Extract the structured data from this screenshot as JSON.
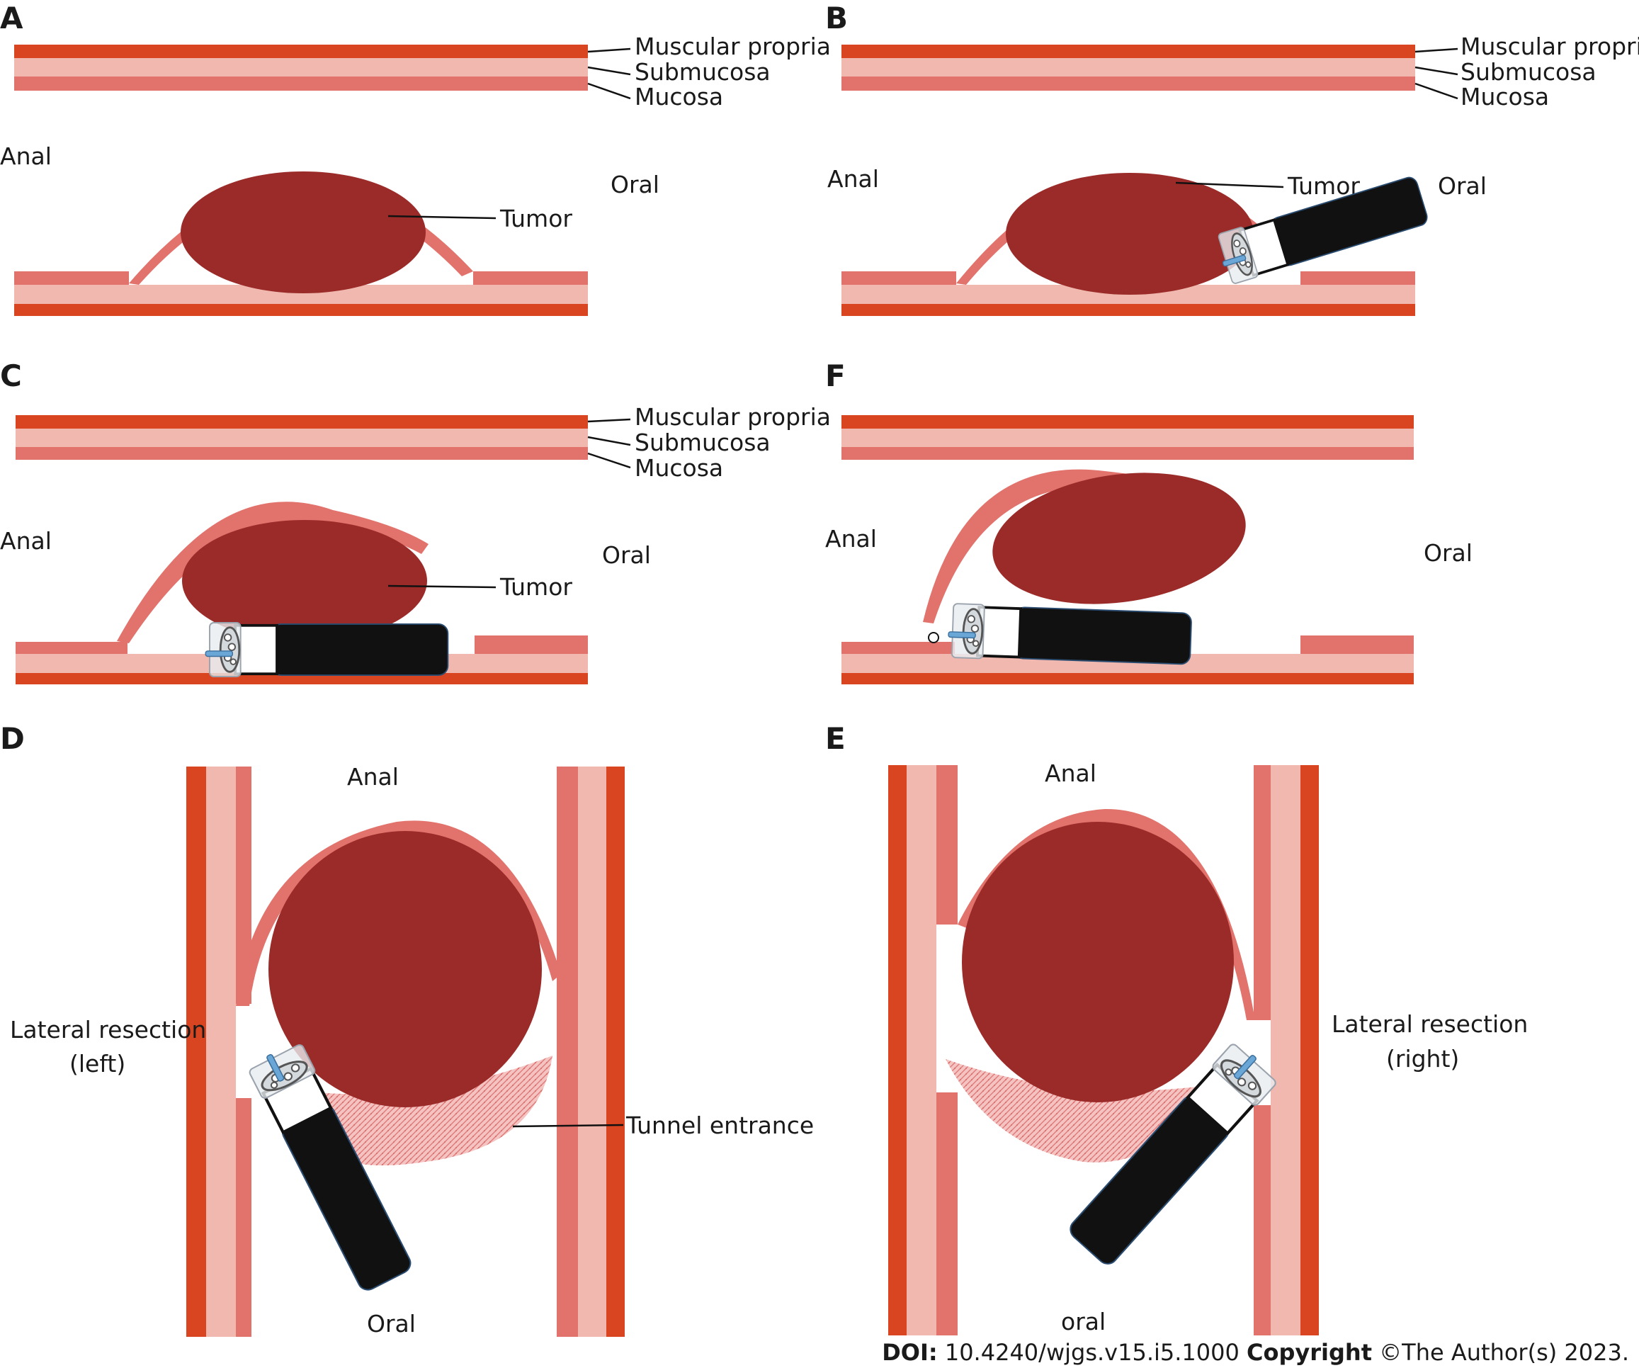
{
  "panels": {
    "a": {
      "letter": "A",
      "label_muscular": "Muscular propria",
      "label_submucosa": "Submucosa",
      "label_mucosa": "Mucosa",
      "label_anal": "Anal",
      "label_oral": "Oral",
      "label_tumor": "Tumor"
    },
    "b": {
      "letter": "B",
      "label_muscular": "Muscular propria",
      "label_submucosa": "Submucosa",
      "label_mucosa": "Mucosa",
      "label_anal": "Anal",
      "label_oral": "Oral",
      "label_tumor": "Tumor"
    },
    "c": {
      "letter": "C",
      "label_muscular": "Muscular propria",
      "label_submucosa": "Submucosa",
      "label_mucosa": "Mucosa",
      "label_anal": "Anal",
      "label_oral": "Oral",
      "label_tumor": "Tumor"
    },
    "f": {
      "letter": "F",
      "label_anal": "Anal",
      "label_oral": "Oral"
    },
    "d": {
      "letter": "D",
      "label_anal": "Anal",
      "label_oral": "Oral",
      "label_lateral": "Lateral resection",
      "label_side": "(left)",
      "label_tunnel": "Tunnel entrance"
    },
    "e": {
      "letter": "E",
      "label_anal": "Anal",
      "label_oral": "oral",
      "label_lateral": "Lateral resection",
      "label_side": "(right)"
    }
  },
  "footer": {
    "doi_label": "DOI:",
    "doi_value": " 10.4240/wjgs.v15.i5.1000 ",
    "copyright_label": "Copyright",
    "copyright_value": " ©The Author(s) 2023."
  },
  "colors": {
    "muscularis": "#d94520",
    "submucosa": "#f0b8ae",
    "mucosa": "#e2726c",
    "tumor": "#9b2b29",
    "endoscope": "#111111",
    "tunnel": "#f0a8a8",
    "knife": "#6aa6d6"
  }
}
